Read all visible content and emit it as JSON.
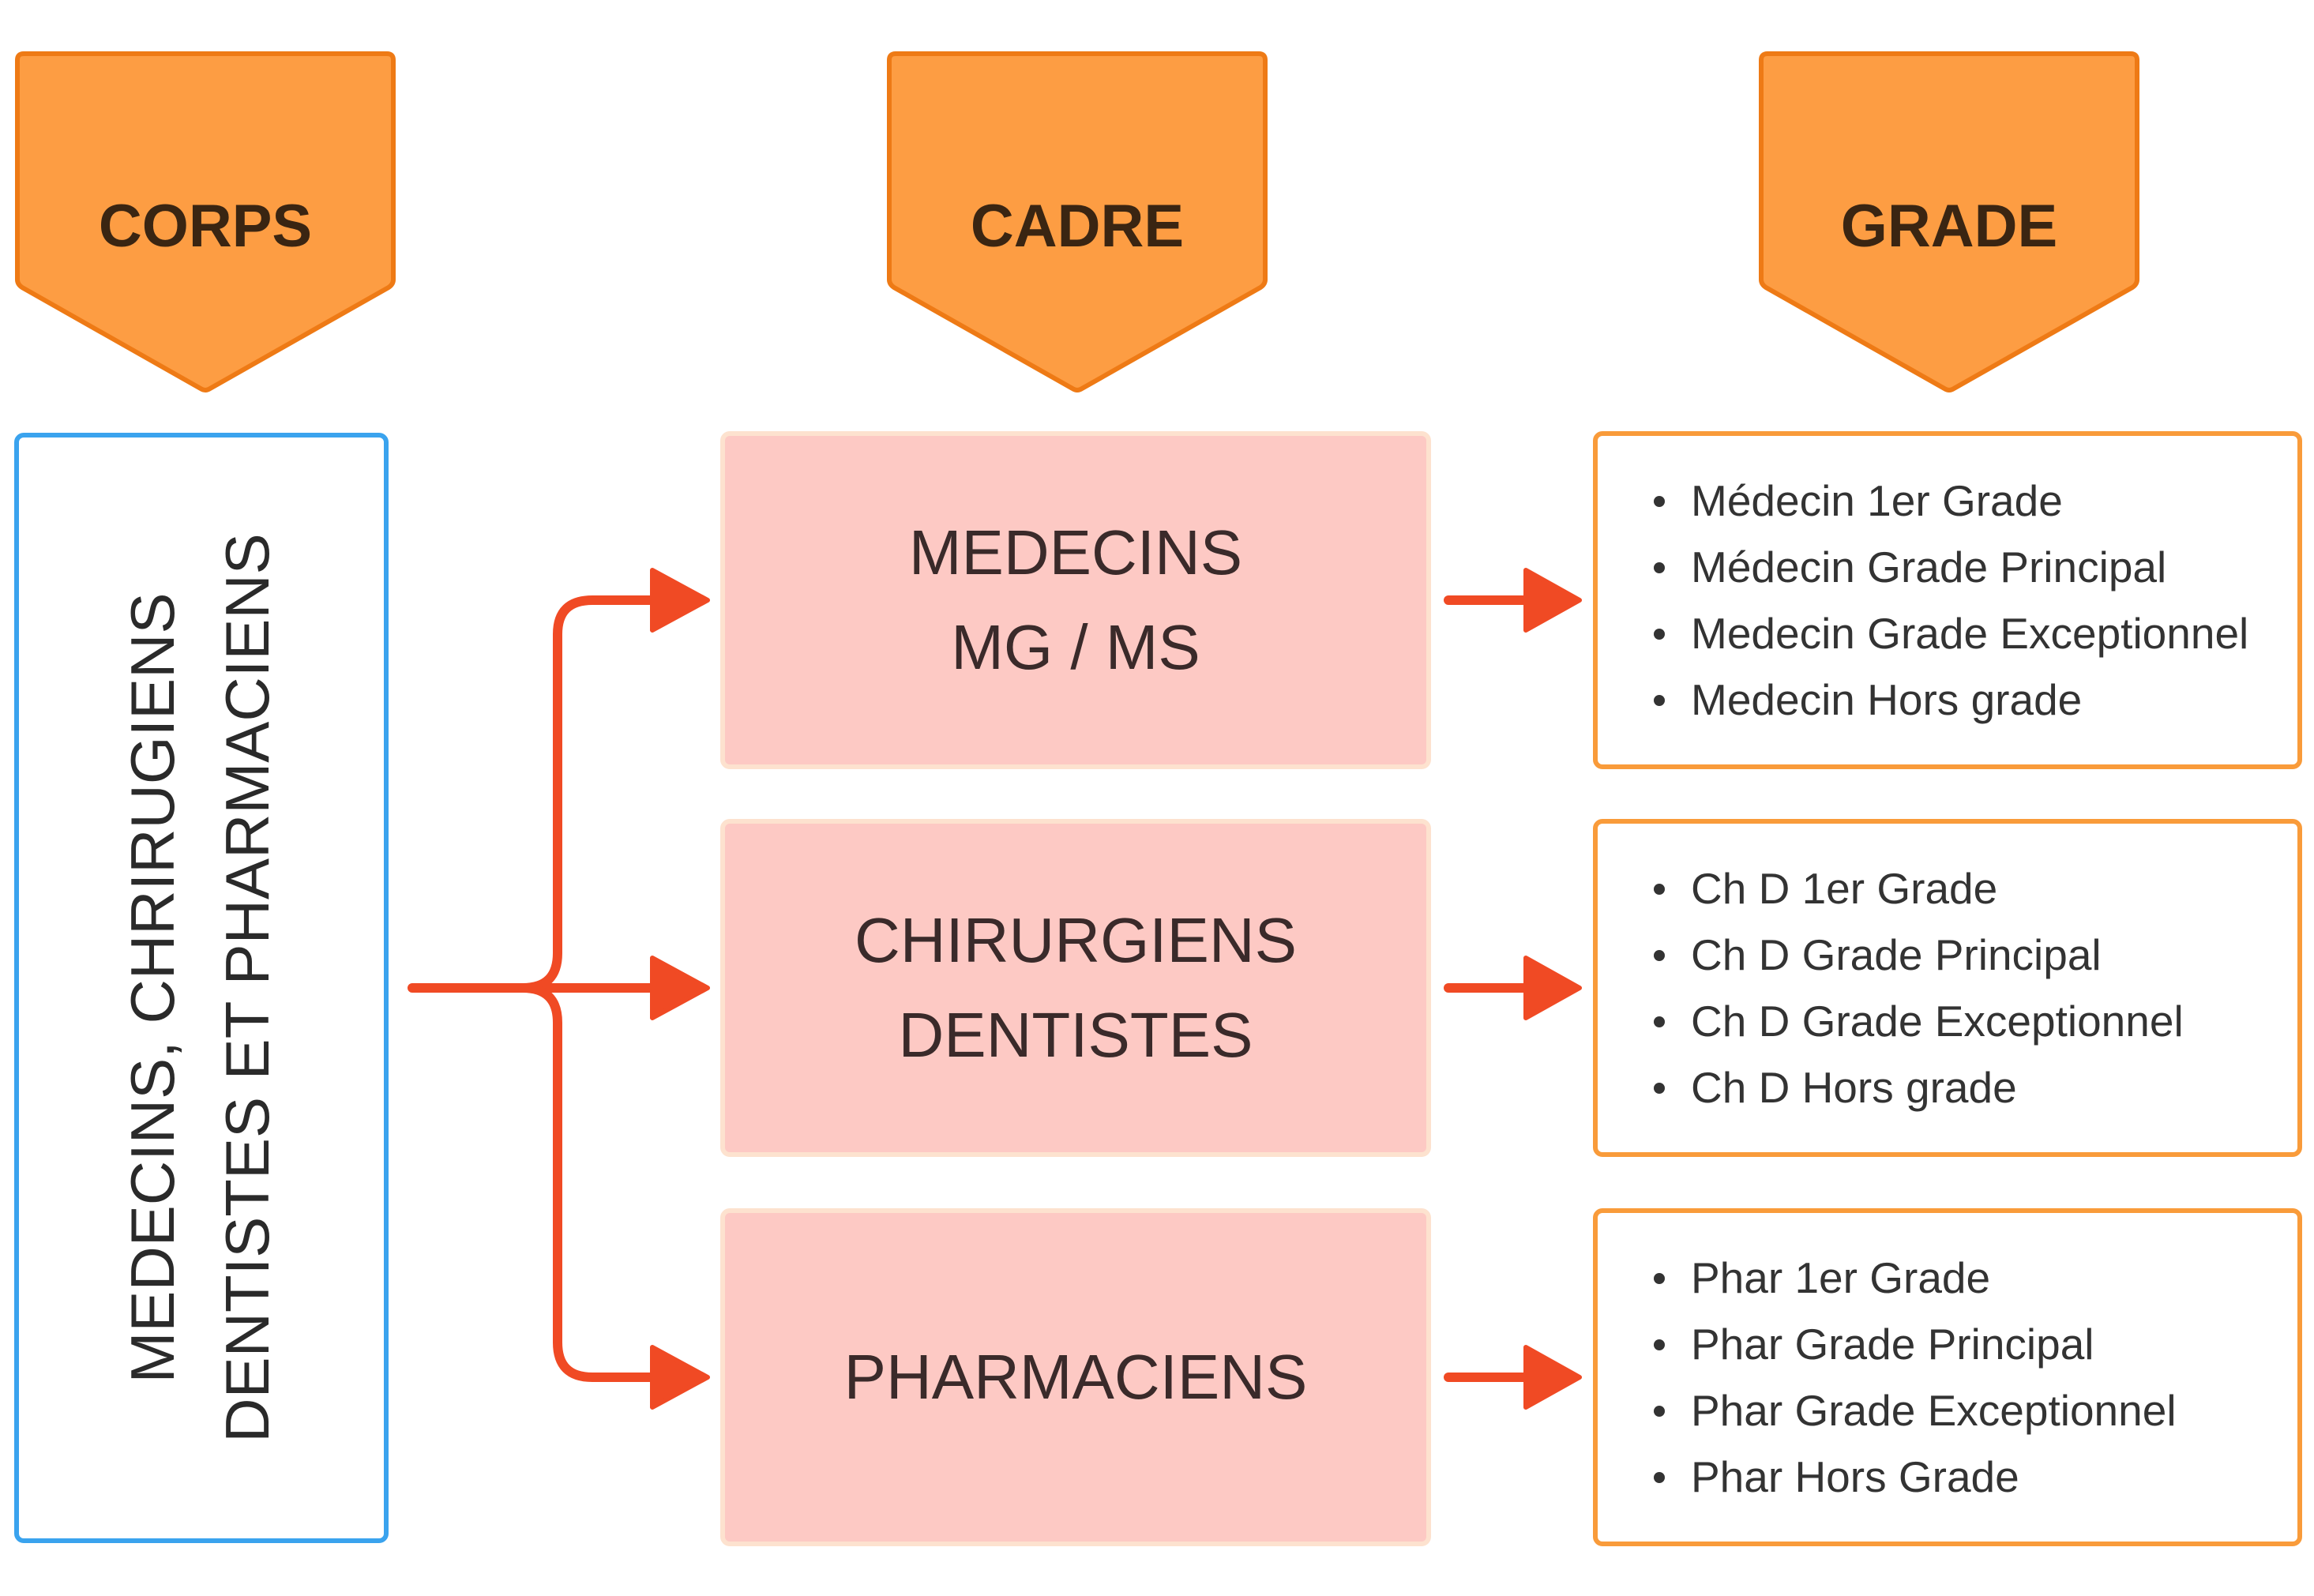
{
  "headers": {
    "corps": "CORPS",
    "cadre": "CADRE",
    "grade": "GRADE"
  },
  "corps": {
    "line1": "MEDECINS, CHRIRUGIENS",
    "line2": "DENTISTES ET PHARMACIENS"
  },
  "cadres": [
    {
      "line1": "MEDECINS",
      "line2": "MG / MS"
    },
    {
      "line1": "CHIRURGIENS",
      "line2": "DENTISTES"
    },
    {
      "line1": "PHARMACIENS",
      "line2": ""
    }
  ],
  "grades": [
    [
      "Médecin 1er Grade",
      "Médecin Grade Principal",
      "Medecin Grade Exceptionnel",
      "Medecin Hors grade"
    ],
    [
      "Ch D 1er Grade",
      "Ch D Grade Principal",
      "Ch D Grade Exceptionnel",
      "Ch D Hors grade"
    ],
    [
      "Phar 1er Grade",
      "Phar Grade Principal",
      "Phar Grade Exceptionnel",
      "Phar Hors Grade"
    ]
  ],
  "colors": {
    "header_fill": "#fd9d43",
    "header_stroke": "#ee7a15",
    "corps_border": "#3aa3ee",
    "cadre_fill": "#fdc9c4",
    "grade_border": "#f99b3a",
    "arrow": "#f04a24"
  }
}
